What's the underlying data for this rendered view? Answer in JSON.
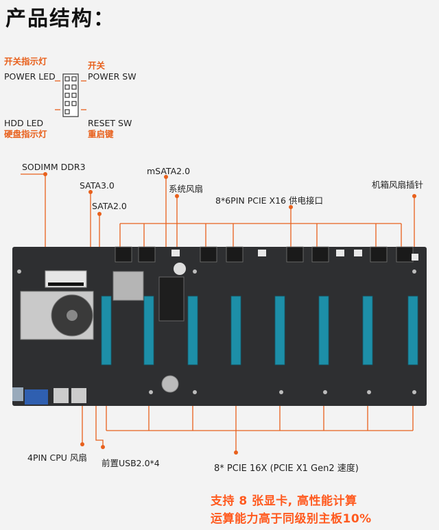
{
  "title": "产品结构：",
  "labels": {
    "power_led_cn": "开关指示灯",
    "power_led_en": "POWER LED",
    "power_sw_cn": "开关",
    "power_sw_en": "POWER SW",
    "hdd_led_en": "HDD   LED",
    "hdd_led_cn": "硬盘指示灯",
    "reset_sw_en": "RESET SW",
    "reset_sw_cn": "重启键",
    "sodimm": "SODIMM DDR3",
    "msata": "mSATA2.0",
    "sata3": "SATA3.0",
    "sata2": "SATA2.0",
    "system_fan": "系统风扇",
    "pcie_power": "8*6PIN PCIE X16 供电接口",
    "chassis_fan": "机箱风扇插针",
    "cpu_fan": "4PIN CPU 风扇",
    "front_usb": "前置USB2.0*4",
    "pcie_slots": "8* PCIE 16X   (PCIE X1 Gen2 速度)"
  },
  "promo": {
    "line1": "支持 8 张显卡, 高性能计算",
    "line2": "运算能力高于同级别主板10%"
  },
  "colors": {
    "accent": "#e8601c",
    "promo": "#ff5a1f",
    "board": "#2e2f31",
    "slot": "#1d8fa8"
  }
}
